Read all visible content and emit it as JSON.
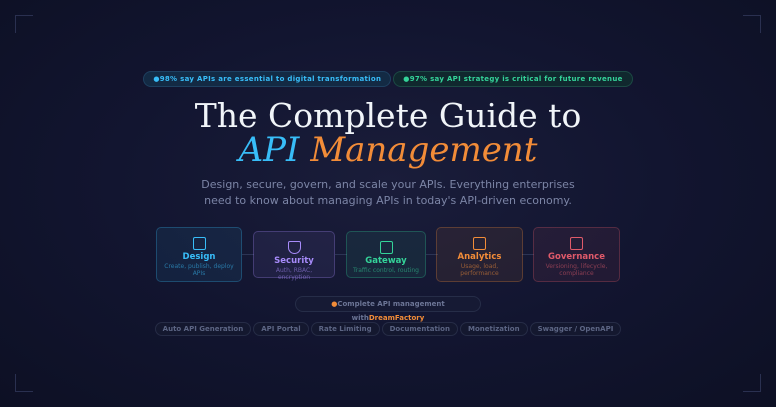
{
  "badges": [
    "●98% say APIs are essential to digital transformation",
    "●97% say API strategy is critical for future revenue"
  ],
  "title": {
    "line1": "The Complete Guide to",
    "api": "API",
    "management": "Management"
  },
  "subtitle": "Design, secure, govern, and scale your APIs. Everything enterprises need to know about managing APIs in today's API-driven economy.",
  "stages": [
    {
      "name": "Design",
      "desc": "Create, publish, deploy APIs",
      "icon": "document-icon",
      "color": "#38bdf8"
    },
    {
      "name": "Security",
      "desc": "Auth, RBAC, encryption",
      "icon": "shield-icon",
      "color": "#a78bfa"
    },
    {
      "name": "Gateway",
      "desc": "Traffic control, routing",
      "icon": "gateway-arrow-icon",
      "color": "#34d399"
    },
    {
      "name": "Analytics",
      "desc": "Usage, load, performance",
      "icon": "bar-chart-icon",
      "color": "#f28c38"
    },
    {
      "name": "Governance",
      "desc": "Versioning, lifecycle, compliance",
      "icon": "policy-document-icon",
      "color": "#e05a6a"
    }
  ],
  "cta": {
    "prefix": "Complete API management with",
    "brand": "DreamFactory"
  },
  "tags": [
    "Auto API Generation",
    "API Portal",
    "Rate Limiting",
    "Documentation",
    "Monetization",
    "Swagger / OpenAPI"
  ]
}
